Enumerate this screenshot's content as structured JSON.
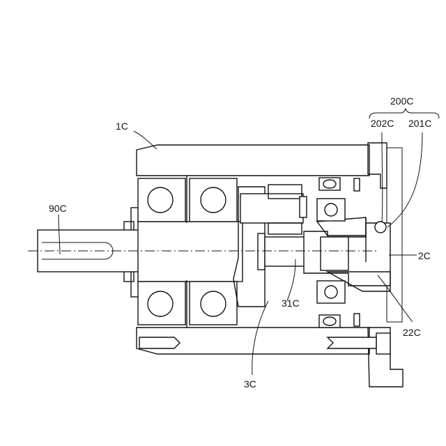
{
  "labels": {
    "housing": "1C",
    "output_shaft": "90C",
    "carrier": "3C",
    "carrier_part": "31C",
    "input_unit": "2C",
    "input_part": "22C",
    "seal_assembly": "200C",
    "seal_a": "202C",
    "seal_b": "201C"
  }
}
